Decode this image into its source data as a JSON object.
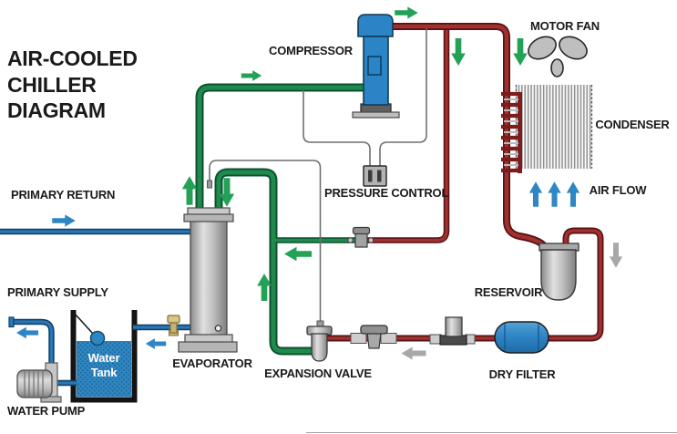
{
  "title": "AIR-COOLED CHILLER DIAGRAM",
  "labels": {
    "compressor": "COMPRESSOR",
    "motor_fan": "MOTOR FAN",
    "condenser": "CONDENSER",
    "pressure_control": "PRESSURE CONTROL",
    "air_flow": "AIR FLOW",
    "primary_return": "PRIMARY RETURN",
    "primary_supply": "PRIMARY SUPPLY",
    "evaporator": "EVAPORATOR",
    "expansion_valve": "EXPANSION VALVE",
    "reservoir": "RESERVOIR",
    "dry_filter": "DRY FILTER",
    "water_pump": "WATER PUMP",
    "water_tank": "Water Tank"
  },
  "colors": {
    "pipe-green": "#1f8a4c",
    "pipe-green-dark": "#0d5130",
    "pipe-red": "#a0312f",
    "pipe-red-dark": "#571114",
    "pipe-blue": "#2878b8",
    "pipe-blue-dark": "#123f63",
    "arrow-green": "#22a157",
    "arrow-blue": "#2e86c5",
    "arrow-gray": "#a8a8a8",
    "component-blue": "#2b84c6",
    "water-blue": "#2f86c0",
    "coil-maroon": "#7c1c1c",
    "metal-gray": "#c4c4c4",
    "text": "#1a1a1a"
  }
}
